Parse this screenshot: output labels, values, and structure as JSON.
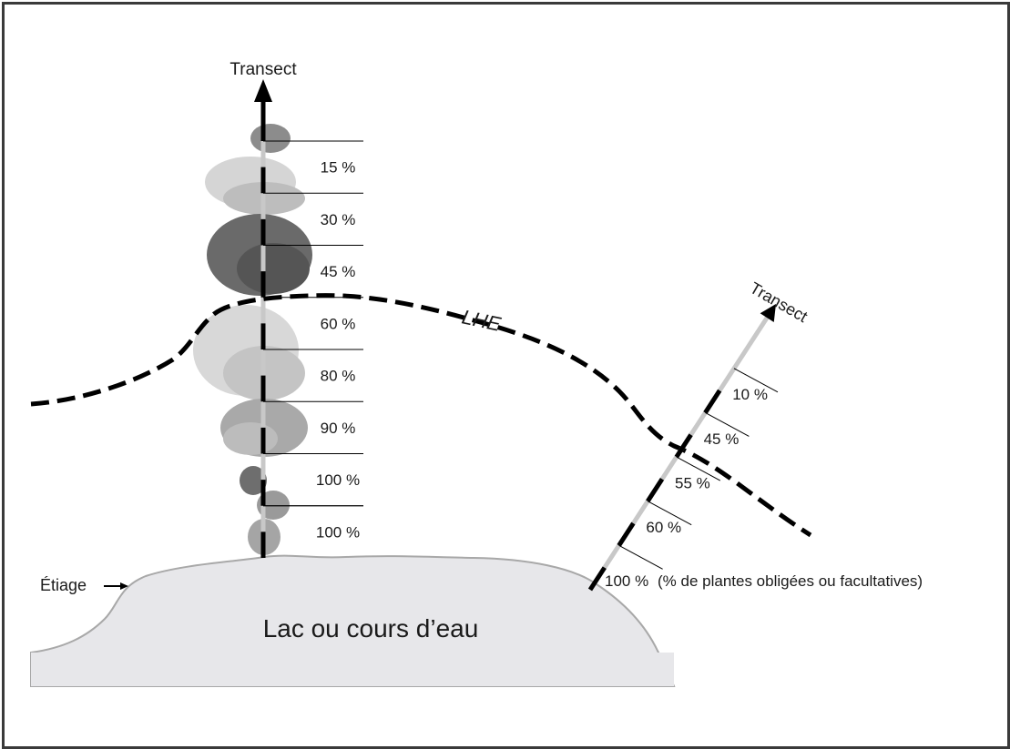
{
  "left_transect": {
    "label": "Transect",
    "segments": [
      "15 %",
      "30 %",
      "45 %",
      "60 %",
      "80 %",
      "90 %",
      "100 %",
      "100 %"
    ]
  },
  "right_transect": {
    "label": "Transect",
    "segments": [
      "10 %",
      "45 %",
      "55 %",
      "60 %",
      "100 %"
    ],
    "note": "(% de plantes obligées ou facultatives)"
  },
  "lhe_label": "LHE",
  "etiage_label": "Étiage",
  "water_label": "Lac ou cours d’eau",
  "colors": {
    "ink": "#000000",
    "light_segment": "#c8c8c8",
    "water": "#e7e7ea",
    "frame": "#3a3a3a"
  }
}
